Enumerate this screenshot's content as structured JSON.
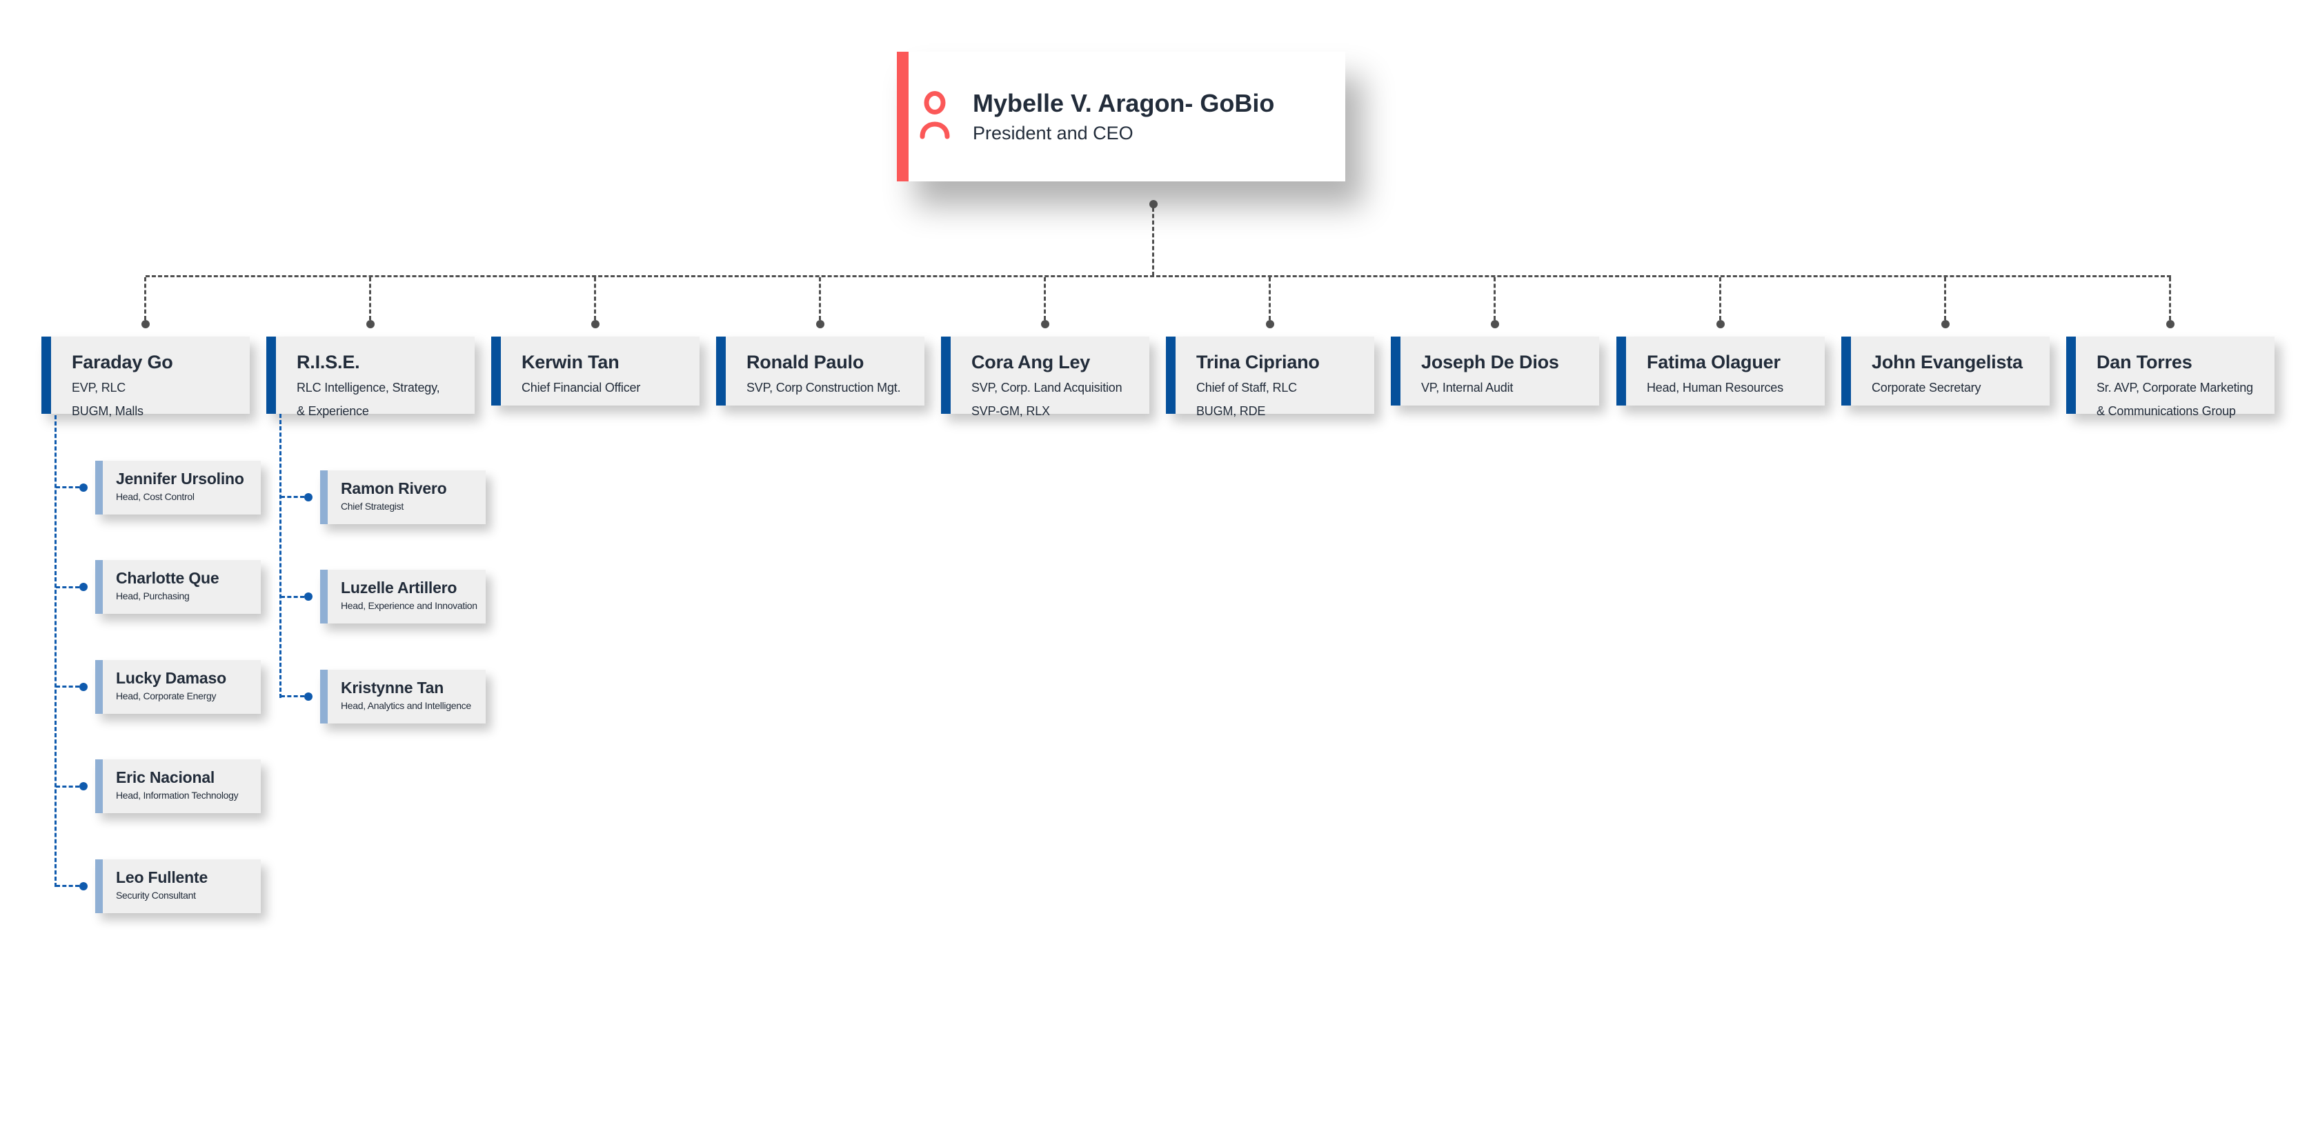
{
  "colors": {
    "accent_red": "#FB5858",
    "bar_blue": "#05509B",
    "bar_light_blue": "#8FAFD4",
    "box_bg": "#EFEFEF",
    "text_dark": "#222C3A",
    "connector_gray": "#4F4F4F",
    "connector_blue": "#0F5AAD"
  },
  "ceo": {
    "name": "Mybelle V. Aragon- GoBio",
    "title": "President and CEO",
    "icon": "person-icon"
  },
  "level2": [
    {
      "name": "Faraday Go",
      "roles": [
        "EVP, RLC",
        "BUGM, Malls"
      ]
    },
    {
      "name": "R.I.S.E.",
      "roles": [
        "RLC Intelligence, Strategy,",
        "& Experience"
      ]
    },
    {
      "name": "Kerwin Tan",
      "roles": [
        "Chief Financial Officer"
      ]
    },
    {
      "name": "Ronald Paulo",
      "roles": [
        "SVP, Corp Construction Mgt."
      ]
    },
    {
      "name": "Cora Ang Ley",
      "roles": [
        "SVP, Corp. Land Acquisition",
        "SVP-GM, RLX"
      ]
    },
    {
      "name": "Trina Cipriano",
      "roles": [
        "Chief of Staff, RLC",
        "BUGM, RDE"
      ]
    },
    {
      "name": "Joseph De Dios",
      "roles": [
        "VP, Internal Audit"
      ]
    },
    {
      "name": "Fatima Olaguer",
      "roles": [
        "Head, Human Resources"
      ]
    },
    {
      "name": "John Evangelista",
      "roles": [
        "Corporate Secretary"
      ]
    },
    {
      "name": "Dan Torres",
      "roles": [
        "Sr. AVP, Corporate Marketing",
        "& Communications Group"
      ]
    }
  ],
  "level3_faraday": [
    {
      "name": "Jennifer Ursolino",
      "role": "Head, Cost Control"
    },
    {
      "name": "Charlotte Que",
      "role": "Head, Purchasing"
    },
    {
      "name": "Lucky Damaso",
      "role": "Head, Corporate Energy"
    },
    {
      "name": "Eric Nacional",
      "role": "Head, Information Technology"
    },
    {
      "name": "Leo Fullente",
      "role": "Security Consultant"
    }
  ],
  "level3_rise": [
    {
      "name": "Ramon Rivero",
      "role": "Chief Strategist"
    },
    {
      "name": "Luzelle Artillero",
      "role": "Head, Experience and Innovation"
    },
    {
      "name": "Kristynne Tan",
      "role": "Head, Analytics and Intelligence"
    }
  ]
}
